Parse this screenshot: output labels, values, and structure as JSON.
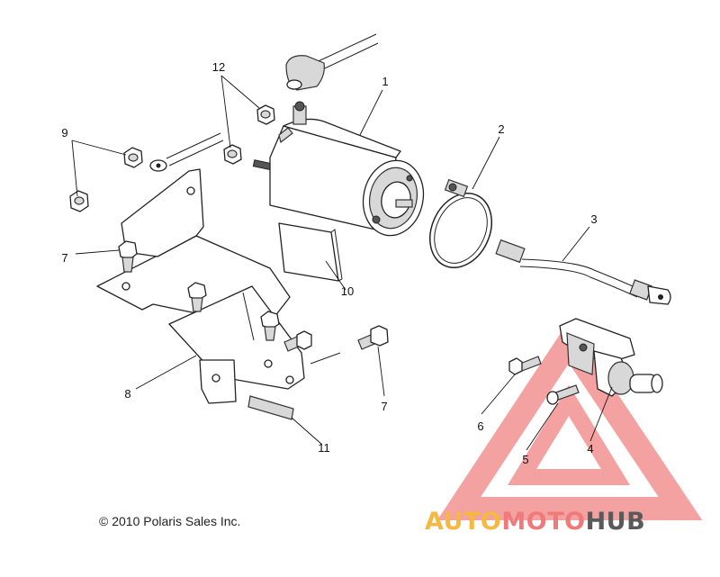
{
  "diagram": {
    "callouts": [
      {
        "id": "1",
        "label": "1"
      },
      {
        "id": "2",
        "label": "2"
      },
      {
        "id": "3",
        "label": "3"
      },
      {
        "id": "4",
        "label": "4"
      },
      {
        "id": "5",
        "label": "5"
      },
      {
        "id": "6",
        "label": "6"
      },
      {
        "id": "7a",
        "label": "7"
      },
      {
        "id": "7b",
        "label": "7"
      },
      {
        "id": "8",
        "label": "8"
      },
      {
        "id": "9",
        "label": "9"
      },
      {
        "id": "10",
        "label": "10"
      },
      {
        "id": "11",
        "label": "11"
      },
      {
        "id": "12",
        "label": "12"
      }
    ],
    "copyright": "© 2010 Polaris Sales Inc."
  },
  "watermark": {
    "part1": "AUTO",
    "part2": "MOTO",
    "part3": "HUB",
    "color_part1": "#f5b942",
    "color_part2": "#f07a7a",
    "color_part3": "#5a5a5a",
    "triangle_color": "#f07a7a"
  }
}
